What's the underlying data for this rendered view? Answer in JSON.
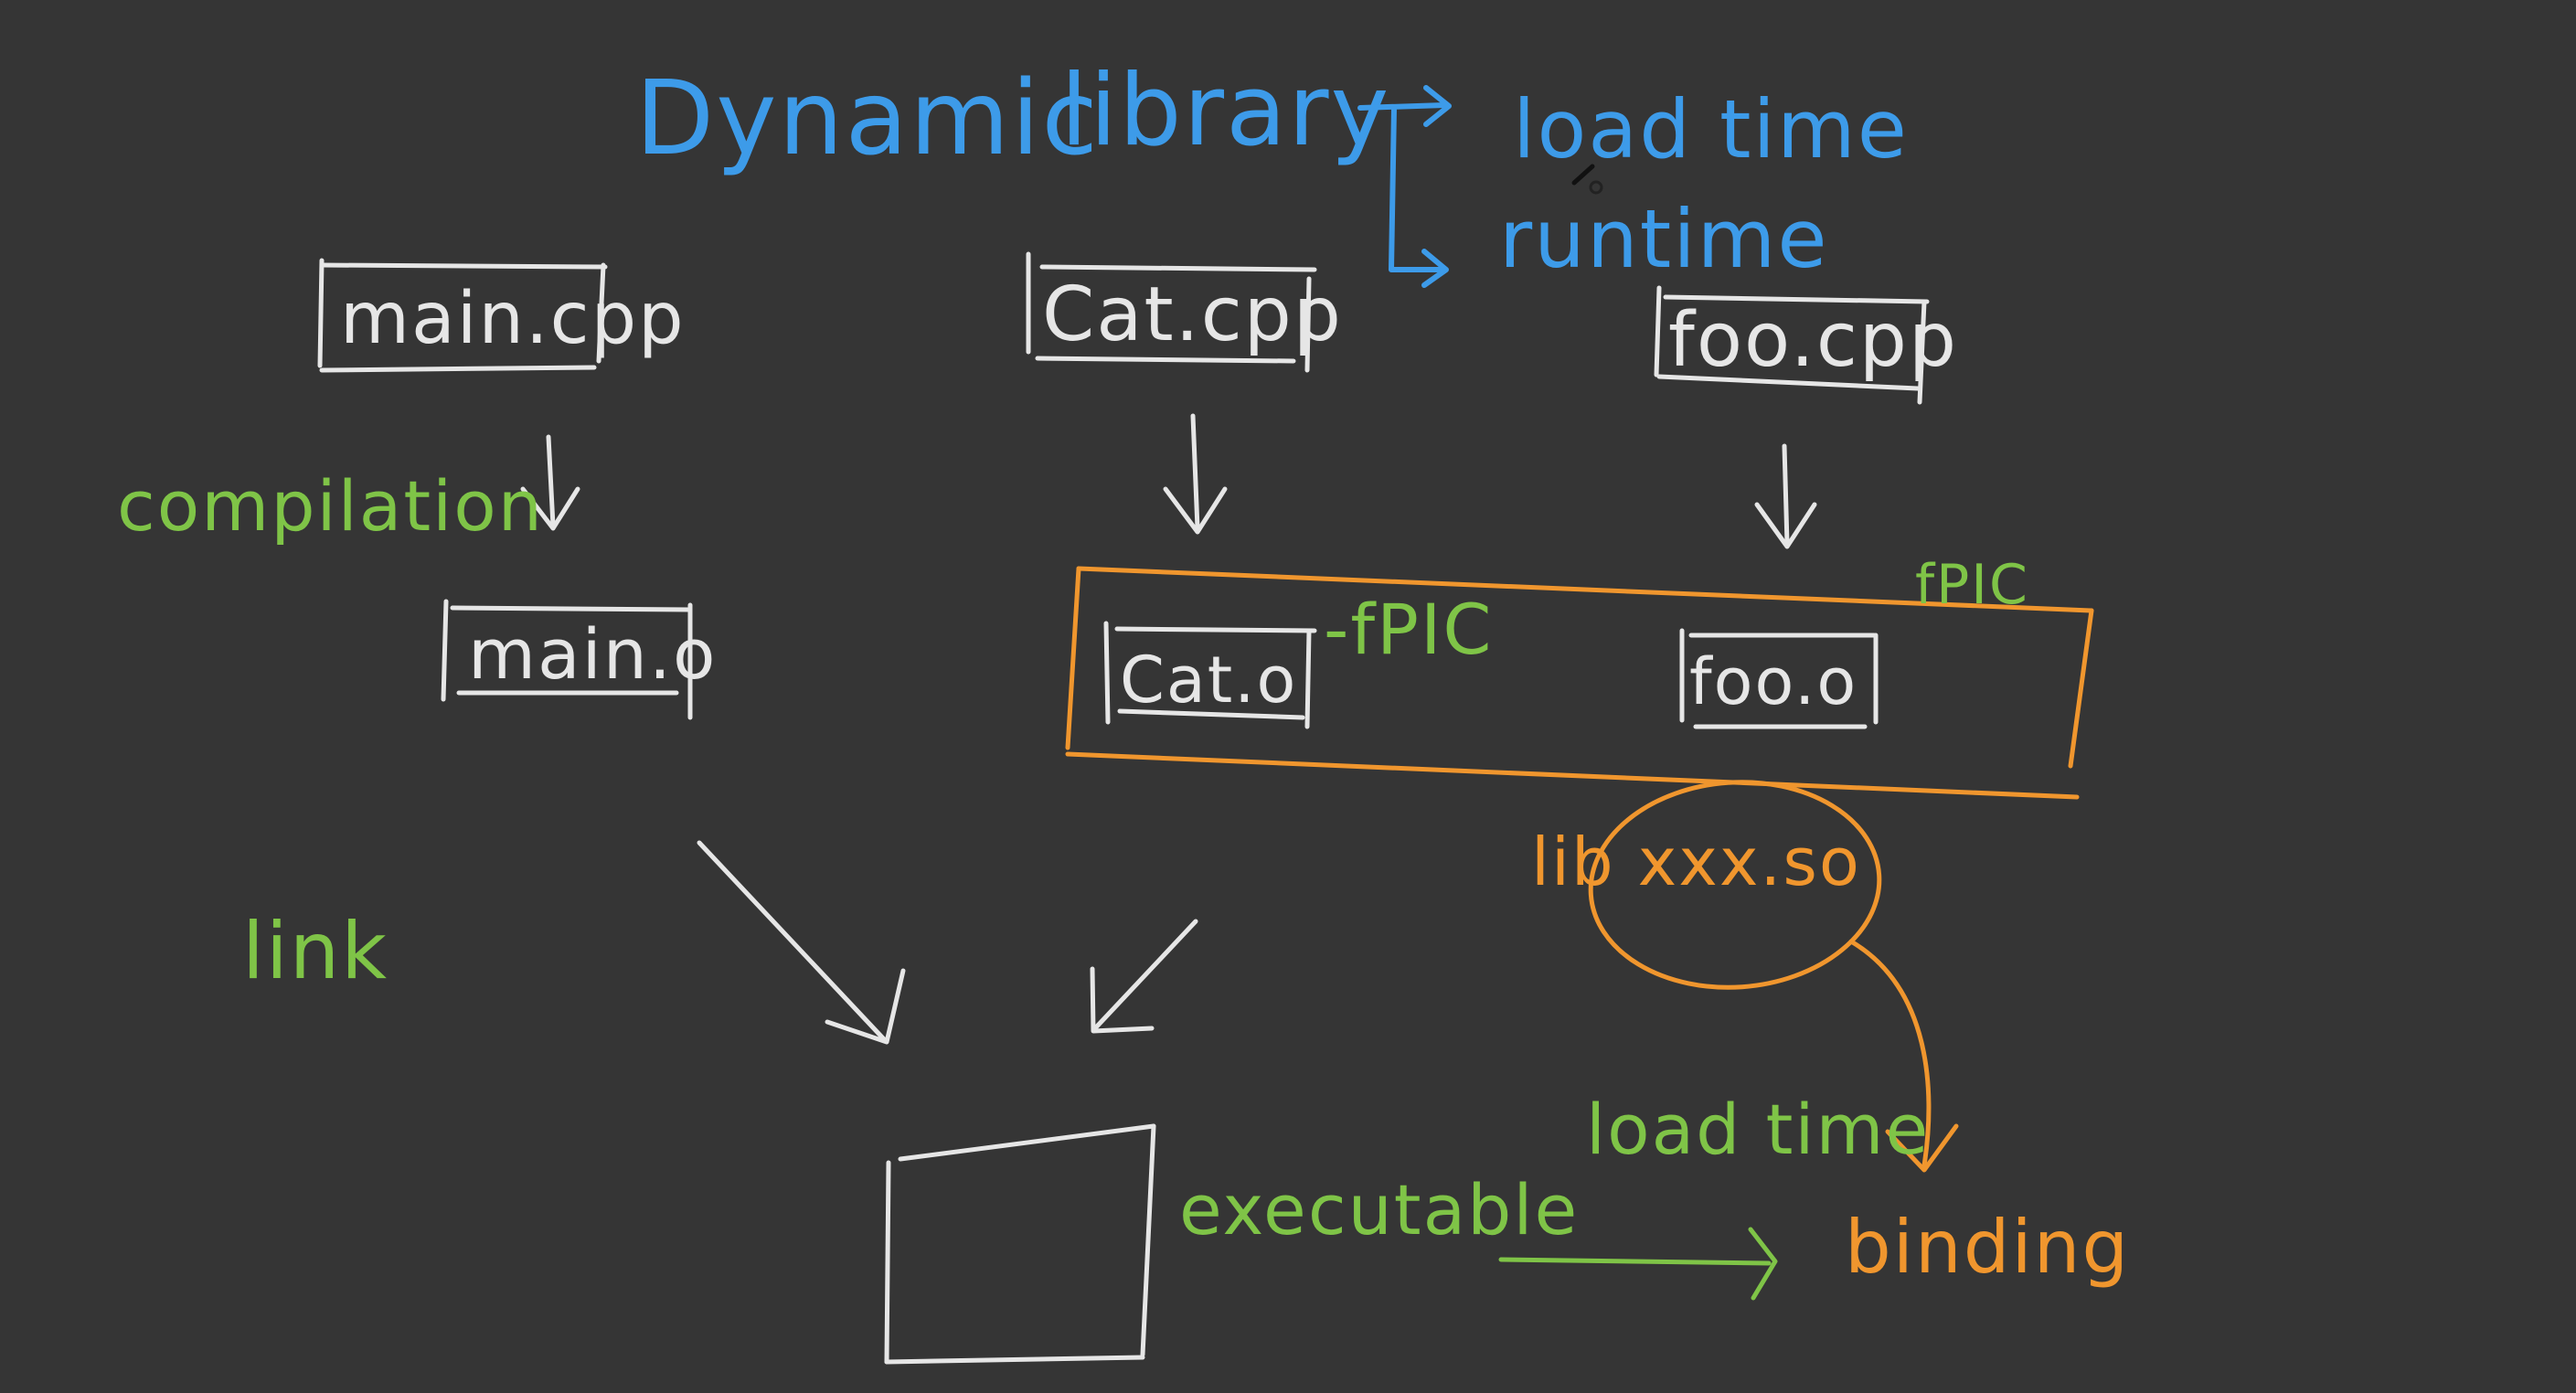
{
  "title": {
    "dynamic": "Dynamic",
    "library": "library"
  },
  "modes": {
    "load_time": "load time",
    "runtime": "runtime"
  },
  "files": {
    "main_cpp": "main.cpp",
    "cat_cpp": "Cat.cpp",
    "foo_cpp": "foo.cpp",
    "main_o": "main.o",
    "cat_o": "Cat.o",
    "foo_o": "foo.o"
  },
  "flags": {
    "cat_fpic": "-fPIC",
    "foo_fpic": "fPIC"
  },
  "library_file": "lib xxx.so",
  "steps": {
    "compilation": "compilation",
    "link": "link"
  },
  "executable": "executable",
  "binding": {
    "load_time": "load time",
    "binding": "binding"
  },
  "colors": {
    "background": "#353535",
    "blue": "#3d9be9",
    "green": "#7fc447",
    "orange": "#f0962e",
    "white": "#e6e6e6"
  }
}
